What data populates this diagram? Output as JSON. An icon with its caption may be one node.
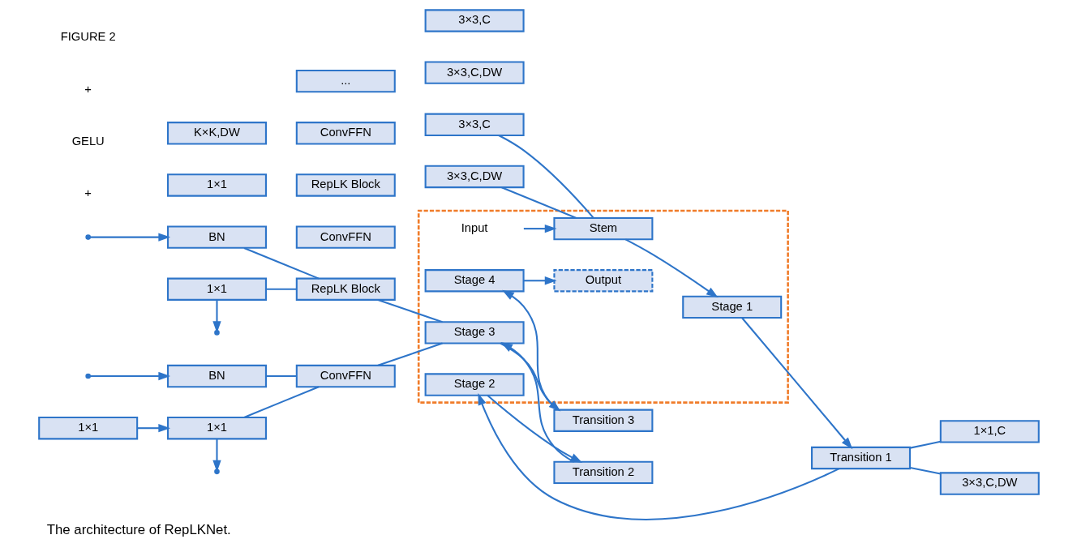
{
  "diagram": {
    "caption": "The architecture of RepLKNet.",
    "nodes": [
      {
        "text": [],
        "shape": "box"
      },
      {
        "text": [
          "Input"
        ],
        "in": 0
      },
      {
        "text": [
          "Stem"
        ],
        "in": 0
      },
      {
        "text": [
          "Stage 1"
        ],
        "in": 0
      },
      {
        "text": [
          "Stage 2"
        ],
        "in": 0
      },
      {
        "text": [
          "Stage 3"
        ],
        "in": 0
      },
      {
        "text": [
          "Stage 4"
        ],
        "in": 0
      },
      {
        "text": [
          "Output"
        ],
        "in": 0
      },
      {
        "text": [
          "3×3,C"
        ]
      },
      {
        "text": [
          "3×3,C,DW"
        ]
      },
      {
        "text": [
          "3×3,C"
        ]
      },
      {
        "text": [
          "3×3,C,DW"
        ]
      },
      {
        "text": [
          "Transition 1"
        ]
      },
      {
        "text": [
          "1×1,C"
        ]
      },
      {
        "text": [
          "3×3,C,DW"
        ]
      },
      {
        "text": [
          "Transition 2"
        ]
      },
      {
        "text": [
          "Transition 3"
        ]
      },
      {
        "text": [
          "RepLK Block"
        ]
      },
      {
        "text": [
          "ConvFFN"
        ]
      },
      {
        "text": [
          "RepLK Block"
        ]
      },
      {
        "text": [
          "ConvFFN"
        ]
      },
      {
        "text": [
          "..."
        ]
      },
      {
        "text": [
          "ConvFFN"
        ]
      },
      {
        "text": [
          "BN"
        ]
      },
      {
        "text": [
          "1×1"
        ]
      },
      {
        "text": [
          "K×K,DW"
        ]
      },
      {
        "text": [
          "1×1"
        ]
      },
      {
        "text": [
          "BN"
        ]
      },
      {
        "text": [
          "1×1"
        ]
      },
      {
        "text": [
          "1×1"
        ]
      }
    ],
    "edges": [
      {
        "from": 1,
        "to": 2,
        "arrow": "to"
      },
      {
        "from": 2,
        "to": 3,
        "arrow": "to"
      },
      {
        "from": 3,
        "to": 12,
        "arrow": "to"
      },
      {
        "from": 12,
        "to": 4,
        "arrow": "to"
      },
      {
        "from": 4,
        "to": 15,
        "arrow": "to"
      },
      {
        "from": 15,
        "to": 5,
        "arrow": "to"
      },
      {
        "from": 5,
        "to": 16,
        "arrow": "to"
      },
      {
        "from": 16,
        "to": 6,
        "arrow": "to"
      },
      {
        "from": 6,
        "to": 7,
        "arrow": "to"
      },
      {
        "from": 8,
        "to": 2,
        "arrow": "none"
      },
      {
        "from": 11,
        "to": 2,
        "arrow": "none"
      },
      {
        "from": 12,
        "to": 13,
        "arrow": "none"
      },
      {
        "from": 12,
        "to": 14,
        "arrow": "none"
      },
      {
        "from": 17,
        "to": 5,
        "arrow": "none"
      },
      {
        "from": 22,
        "to": 5,
        "arrow": "none"
      },
      {
        "from": 23,
        "to": 17,
        "arrow": "none"
      },
      {
        "from": 26,
        "to": 17,
        "arrow": "none"
      },
      {
        "from": 27,
        "to": 22,
        "arrow": "none"
      },
      {
        "from": 29,
        "to": 22,
        "arrow": "none"
      },
      {
        "from": 28,
        "to": 29,
        "arrow": "to"
      },
      {
        "from": null,
        "to": 23,
        "arrow": "to"
      },
      {
        "from": 26,
        "to": null,
        "arrow": "to"
      },
      {
        "from": null,
        "to": 27,
        "arrow": "to"
      },
      {
        "from": 29,
        "to": null,
        "arrow": "to"
      }
    ],
    "labels": [
      "+",
      "GELU",
      "+",
      "FIGURE 2"
    ]
  }
}
